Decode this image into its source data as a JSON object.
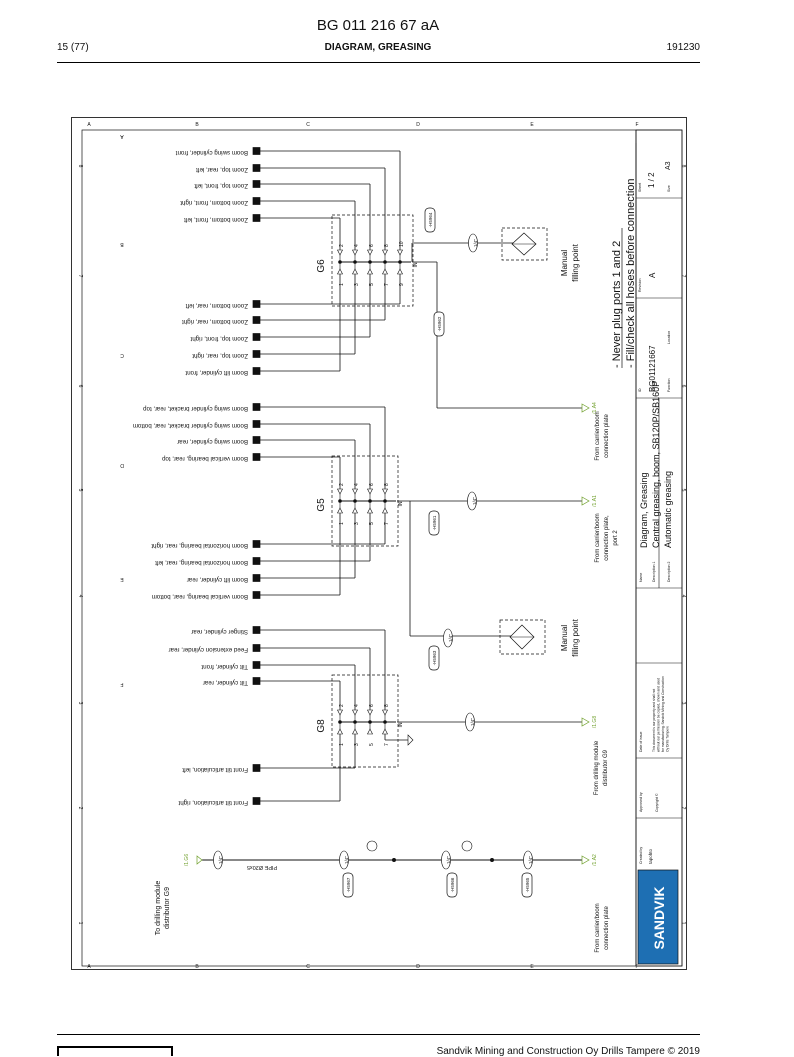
{
  "page": {
    "doc_number": "BG 011 216 67 aA",
    "page_label": "15 (77)",
    "section_title": "DIAGRAM, GREASING",
    "date_code": "191230",
    "footer_text": "Sandvik Mining and Construction Oy Drills Tampere © 2019"
  },
  "diagram": {
    "border": {
      "letters": [
        "A",
        "B",
        "C",
        "D",
        "E",
        "F"
      ],
      "numbers": [
        "1",
        "2",
        "3",
        "4",
        "5",
        "6",
        "7",
        "8"
      ]
    },
    "notes": [
      "- Never plug ports 1 and 2",
      "- Fill/check all hoses before connection"
    ],
    "distributors": [
      {
        "name": "G6",
        "in_label": "IN",
        "top_points": [
          "Boom swing cylinder, front",
          "Zoom top, rear, left",
          "Zoom top, front, left",
          "Zoom bottom, front, right",
          "Zoom bottom, front, left"
        ],
        "bottom_points": [
          "Zoom bottom, rear, left",
          "Zoom bottom, rear, right",
          "Zoom top, front, right",
          "Zoom top, rear, right",
          "Boom lift cylinder, front"
        ],
        "top_ports": [
          "2",
          "4",
          "6",
          "8",
          "10"
        ],
        "bottom_ports": [
          "1",
          "3",
          "5",
          "7",
          "9"
        ]
      },
      {
        "name": "G5",
        "in_label": "IN",
        "top_points": [
          "Boom swing cylinder bracket, rear, top",
          "Boom swing cylinder bracket, rear, bottom",
          "Boom swing cylinder, rear",
          "Boom vertical bearing, rear, top"
        ],
        "bottom_points": [
          "Boom horizontal bearing, rear, right",
          "Boom horizontal bearing, rear, left",
          "Boom lift cylinder, rear",
          "Boom vertical bearing, rear, bottom"
        ],
        "top_ports": [
          "2",
          "4",
          "6",
          "8"
        ],
        "bottom_ports": [
          "1",
          "3",
          "5",
          "7"
        ]
      },
      {
        "name": "G8",
        "in_label": "IN",
        "top_points": [
          "Stinger cylinder, rear",
          "Feed extension cylinder, rear",
          "Tilt cylinder, front",
          "Tilt cylinder, rear"
        ],
        "bottom_points": [
          "Front tilt articulation, left",
          "Front tilt articulation, right"
        ],
        "top_ports": [
          "2",
          "4",
          "6",
          "8"
        ],
        "bottom_ports": [
          "1",
          "3",
          "5",
          "7"
        ]
      }
    ],
    "hose_tags": [
      "-H5964",
      "-H5962",
      "-H5961",
      "-H5963",
      "-H5967",
      "-H5966",
      "-H5965"
    ],
    "hose_size": "1/4\"",
    "pipe_label": "PIPE Ø20x5",
    "manual_filling": [
      "Manual",
      "filling point"
    ],
    "left_labels": [
      [
        "To drilling module",
        "distributor G9"
      ]
    ],
    "right_labels": [
      [
        "From carrier/boom",
        "connection plate"
      ],
      [
        "From drilling module",
        "distributor G9"
      ],
      [
        "From carrier/boom",
        "connection plate,",
        "port 2"
      ],
      [
        "From carrier/boom",
        "connection plate"
      ]
    ],
    "connector_refs": [
      "/1.G6",
      "/1.A2",
      "/1.G8",
      "/1.A1",
      "/1.A4"
    ],
    "title_block": {
      "brand": "SANDVIK",
      "created_by_label": "Created by",
      "created_by": "tapohto",
      "approved_by_label": "Approved by",
      "copyright_label": "Copyright ©",
      "date_label": "Date of issue",
      "legal_text": [
        "This document is our property and shall not",
        "without our permission be copied, shown and used",
        "for manufacturing. Sandvik Mining and Construction",
        "Oy Drills Tampere"
      ],
      "name_label": "Name",
      "description1_label": "Description 1",
      "description2_label": "Description 2",
      "name": "Diagram, Greasing",
      "description1": "Central greasing, boom, SB120P/SB160P",
      "description2": "Automatic greasing",
      "id_label": "ID",
      "id": "BG01121667",
      "function_label": "Function",
      "location_label": "Location",
      "revision_label": "Revision",
      "revision": "A",
      "sheet_label": "Sheet",
      "sheet": "1 / 2",
      "size_label": "Size",
      "size": "A3"
    }
  }
}
